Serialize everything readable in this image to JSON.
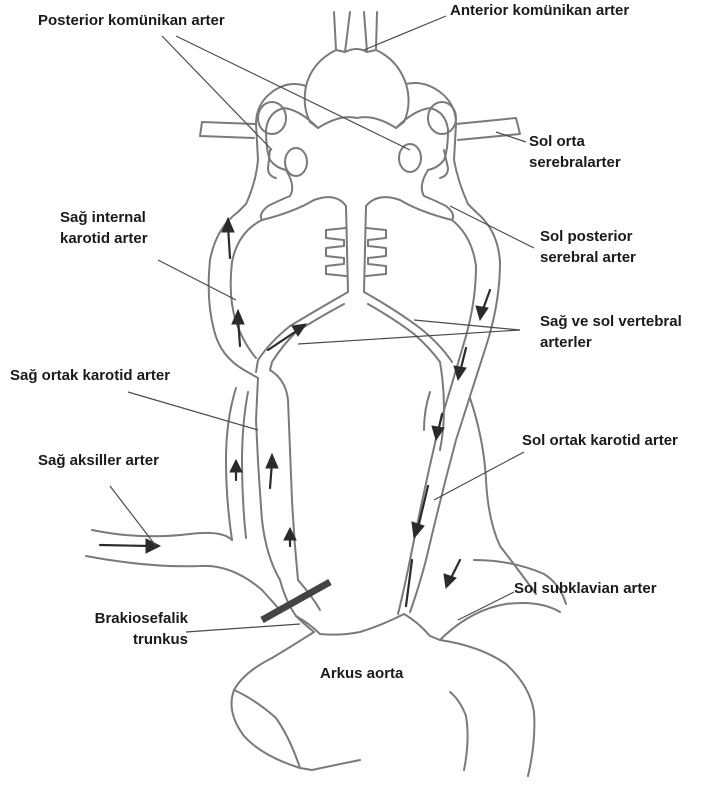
{
  "labels": {
    "posterior_communicating": "Posterior komünikan arter",
    "anterior_communicating": "Anterior komünikan arter",
    "left_middle_cerebral": [
      "Sol orta",
      "serebralarter"
    ],
    "right_internal_carotid": [
      "Sağ internal",
      "karotid arter"
    ],
    "left_posterior_cerebral": [
      "Sol posterior",
      "serebral arter"
    ],
    "vertebral_arteries": [
      "Sağ ve sol vertebral",
      "arterler"
    ],
    "right_common_carotid": "Sağ ortak karotid arter",
    "left_common_carotid": "Sol ortak karotid arter",
    "right_axillary": "Sağ aksiller arter",
    "left_subclavian": "Sol subklavian arter",
    "brachiocephalic_trunk": [
      "Brakiosefalik",
      "trunkus"
    ],
    "aortic_arch": "Arkus aorta"
  },
  "colors": {
    "vessel_outline": "#7a7a7a",
    "flow_arrow": "#2b2b2b",
    "label_text": "#1a1a1a"
  }
}
